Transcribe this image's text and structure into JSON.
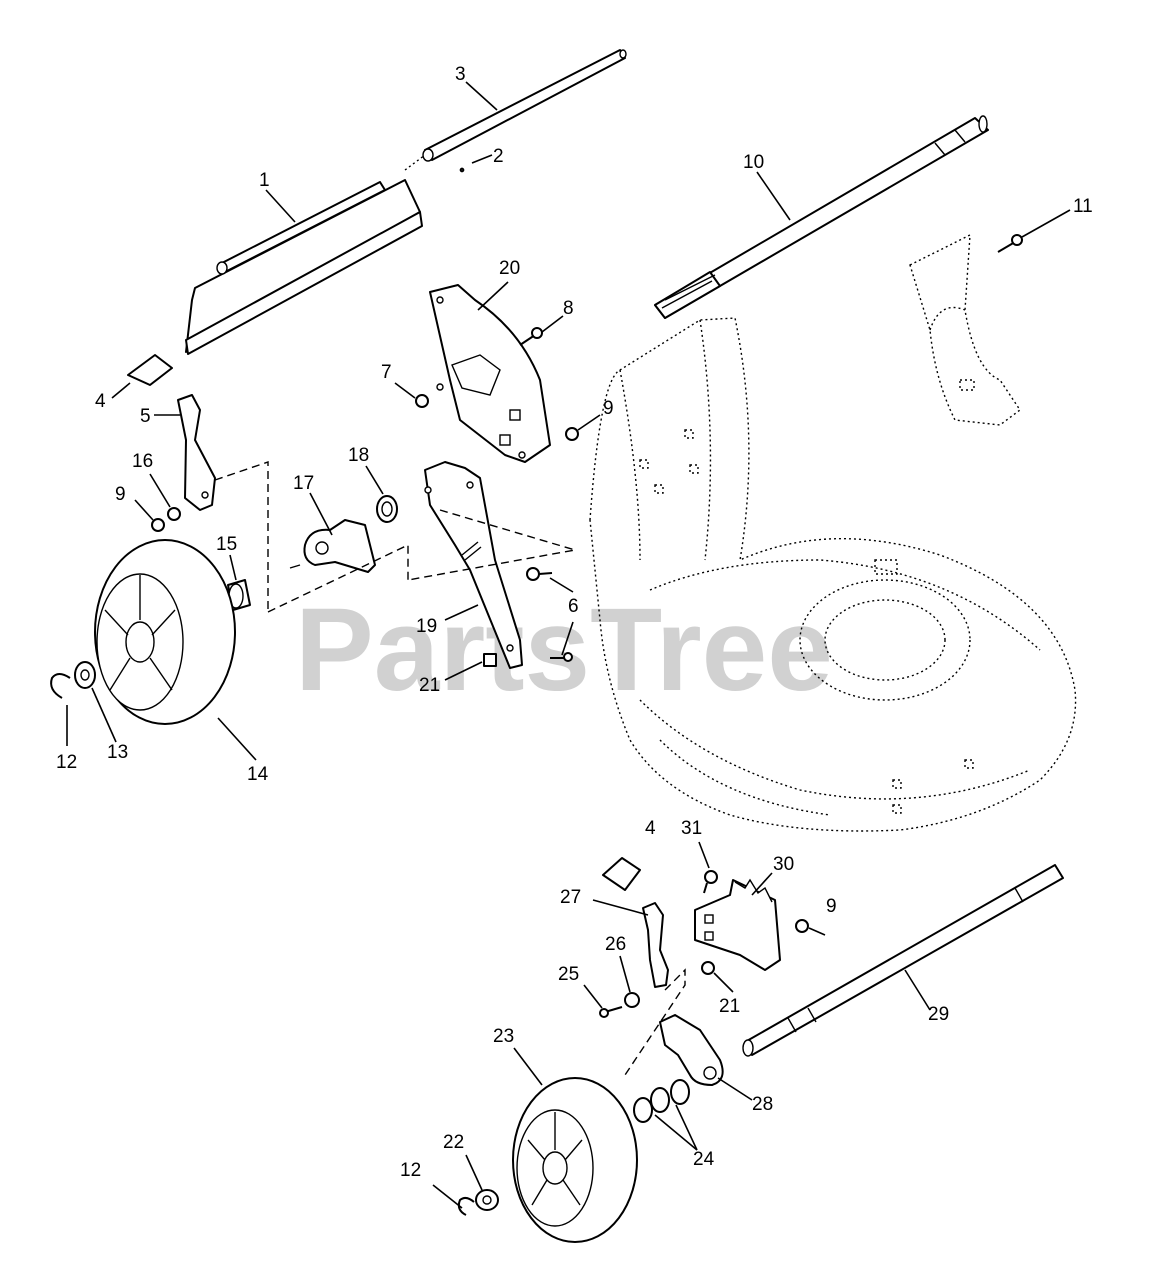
{
  "watermark": "PartsTree",
  "callouts": [
    {
      "id": "c1",
      "label": "1"
    },
    {
      "id": "c2",
      "label": "2"
    },
    {
      "id": "c3",
      "label": "3"
    },
    {
      "id": "c4a",
      "label": "4"
    },
    {
      "id": "c4b",
      "label": "4"
    },
    {
      "id": "c5",
      "label": "5"
    },
    {
      "id": "c6",
      "label": "6"
    },
    {
      "id": "c7",
      "label": "7"
    },
    {
      "id": "c8",
      "label": "8"
    },
    {
      "id": "c9a",
      "label": "9"
    },
    {
      "id": "c9b",
      "label": "9"
    },
    {
      "id": "c9c",
      "label": "9"
    },
    {
      "id": "c10",
      "label": "10"
    },
    {
      "id": "c11",
      "label": "11"
    },
    {
      "id": "c12a",
      "label": "12"
    },
    {
      "id": "c12b",
      "label": "12"
    },
    {
      "id": "c13",
      "label": "13"
    },
    {
      "id": "c14",
      "label": "14"
    },
    {
      "id": "c15",
      "label": "15"
    },
    {
      "id": "c16",
      "label": "16"
    },
    {
      "id": "c17",
      "label": "17"
    },
    {
      "id": "c18",
      "label": "18"
    },
    {
      "id": "c19",
      "label": "19"
    },
    {
      "id": "c20",
      "label": "20"
    },
    {
      "id": "c21a",
      "label": "21"
    },
    {
      "id": "c21b",
      "label": "21"
    },
    {
      "id": "c22",
      "label": "22"
    },
    {
      "id": "c23",
      "label": "23"
    },
    {
      "id": "c24",
      "label": "24"
    },
    {
      "id": "c25",
      "label": "25"
    },
    {
      "id": "c26",
      "label": "26"
    },
    {
      "id": "c27",
      "label": "27"
    },
    {
      "id": "c28",
      "label": "28"
    },
    {
      "id": "c29",
      "label": "29"
    },
    {
      "id": "c30",
      "label": "30"
    },
    {
      "id": "c31",
      "label": "31"
    }
  ]
}
